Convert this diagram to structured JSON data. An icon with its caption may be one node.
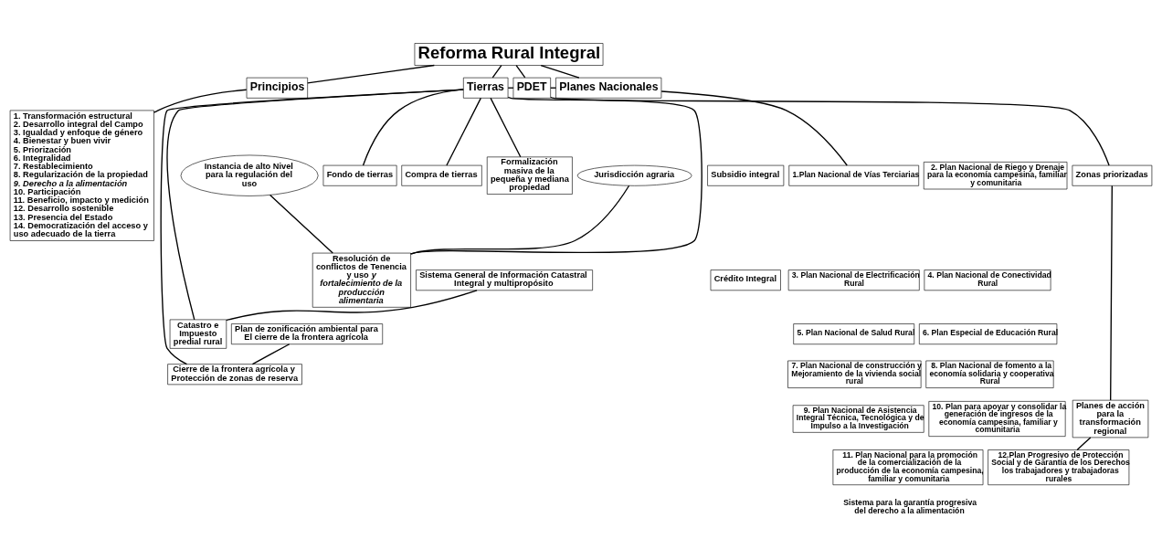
{
  "diagram": {
    "nodes": [
      {
        "text": [
          "Reforma Rural Integral"
        ]
      },
      {
        "text": [
          "Principios"
        ]
      },
      {
        "text": [
          "Tierras"
        ]
      },
      {
        "text": [
          "PDET"
        ]
      },
      {
        "text": [
          "Planes Nacionales"
        ]
      },
      {
        "text": [
          "1. Transformación estructural",
          "2. Desarrollo integral del Campo",
          "3. Igualdad y enfoque de género",
          "4. Bienestar y buen vivir",
          "5. Priorización",
          "6. Integralidad",
          "7. Restablecimiento",
          "8. Regularización de la propiedad",
          "9. Derecho a la alimentación",
          "10. Participación",
          "11. Beneficio, impacto y medición",
          "12. Desarrollo sostenible",
          "13. Presencia del Estado",
          "14. Democratización del acceso y uso adecuado de la tierra"
        ]
      },
      {
        "text": [
          "Fondo de tierras"
        ]
      },
      {
        "text": [
          "Compra de tierras"
        ]
      },
      {
        "text": [
          "Formalización masiva de la pequeña y mediana propiedad"
        ]
      },
      {
        "text": [
          "Subsidio integral"
        ]
      },
      {
        "text": [
          "Crédito Integral"
        ]
      },
      {
        "text": [
          "Instancia de alto Nivel para la regulación del uso"
        ]
      },
      {
        "text": [
          "Jurisdicción agraria"
        ]
      },
      {
        "text": [
          "Resolución de conflictos de Tenencia y uso *y fortalecimiento de la producción alimentaria*"
        ]
      },
      {
        "text": [
          "Sistema General de Información Catastral Integral y multipropósito"
        ]
      },
      {
        "text": [
          "Catastro e Impuesto predial rural"
        ]
      },
      {
        "text": [
          "Plan de zonificación ambiental para El cierre de la frontera agrícola"
        ]
      },
      {
        "text": [
          "Cierre de la frontera agrícola y Protección de zonas de reserva"
        ]
      },
      {
        "text": [
          "Zonas priorizadas"
        ]
      },
      {
        "text": [
          "Planes de acción para la transformación regional"
        ]
      },
      {
        "text": [
          "1.Plan Nacional de Vías Terciarias"
        ]
      },
      {
        "text": [
          "2. Plan Nacional de Riego y Drenaje para la economía campesina, familiar y comunitaria"
        ]
      },
      {
        "text": [
          "3. Plan Nacional de Electrificación Rural"
        ]
      },
      {
        "text": [
          "4. Plan Nacional de Conectividad Rural"
        ]
      },
      {
        "text": [
          "5. Plan Nacional de Salud Rural"
        ]
      },
      {
        "text": [
          "6. Plan Especial de Educación Rural"
        ]
      },
      {
        "text": [
          "7. Plan Nacional de construcción y Mejoramiento de la vivienda social rural"
        ]
      },
      {
        "text": [
          "8. Plan Nacional de fomento a la economía solidaria y cooperativa Rural"
        ]
      },
      {
        "text": [
          "9. Plan Nacional de Asistencia Integral Técnica, Tecnológica y de Impulso a la Investigación"
        ]
      },
      {
        "text": [
          "10. Plan para apoyar y consolidar la generación de ingresos de la economía campesina, familiar y comunitaria"
        ]
      },
      {
        "text": [
          "11. Plan Nacional para la promoción de la comercialización de la producción de la economía campesina, familiar y comunitaria"
        ]
      },
      {
        "text": [
          "12.Plan Progresivo de Protección Social y de Garantía de los Derechos los trabajadores y trabajadoras rurales"
        ]
      },
      {
        "text": [
          "Sistema para la garantía progresiva del derecho a la alimentación"
        ]
      }
    ],
    "edges": [
      {
        "from": 0,
        "to": 1,
        "arrow": "none"
      },
      {
        "from": 0,
        "to": 2,
        "arrow": "none"
      },
      {
        "from": 0,
        "to": 3,
        "arrow": "none"
      },
      {
        "from": 0,
        "to": 4,
        "arrow": "none"
      },
      {
        "from": 1,
        "to": 5,
        "arrow": "none"
      },
      {
        "from": 2,
        "to": 3,
        "arrow": "none"
      },
      {
        "from": 3,
        "to": 4,
        "arrow": "none"
      },
      {
        "from": 2,
        "to": 6,
        "arrow": "none"
      },
      {
        "from": 2,
        "to": 7,
        "arrow": "none"
      },
      {
        "from": 2,
        "to": 8,
        "arrow": "none"
      },
      {
        "from": 2,
        "to": 13,
        "arrow": "none"
      },
      {
        "from": 2,
        "to": 15,
        "arrow": "none"
      },
      {
        "from": 2,
        "to": 17,
        "arrow": "none"
      },
      {
        "from": 11,
        "to": 13,
        "arrow": "none"
      },
      {
        "from": 12,
        "to": 13,
        "arrow": "none"
      },
      {
        "from": 14,
        "to": 15,
        "arrow": "none"
      },
      {
        "from": 16,
        "to": 17,
        "arrow": "none"
      },
      {
        "from": 3,
        "to": 18,
        "arrow": "none"
      },
      {
        "from": 18,
        "to": 19,
        "arrow": "none"
      },
      {
        "from": 19,
        "to": 31,
        "arrow": "none"
      },
      {
        "from": 4,
        "to": 20,
        "arrow": "none"
      }
    ]
  }
}
